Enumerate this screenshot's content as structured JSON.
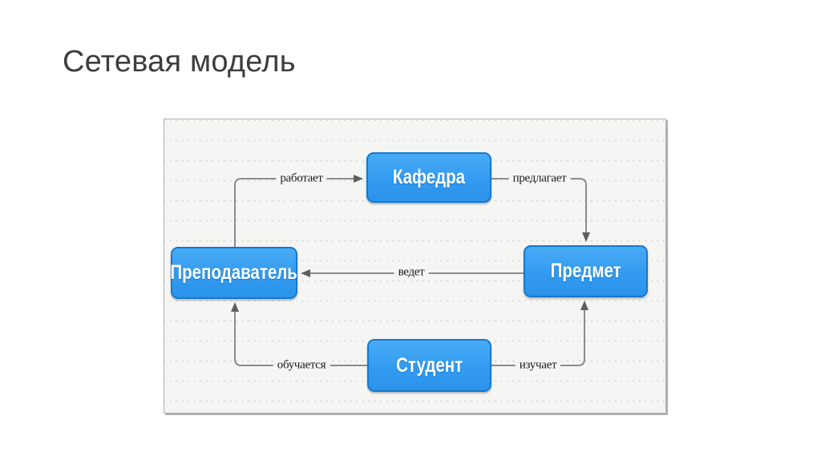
{
  "title": "Сетевая модель",
  "colors": {
    "node_fill": "#35a0f0",
    "node_border": "#1778cc",
    "node_text": "#ffffff",
    "line": "#8c8c8c",
    "arrowhead": "#5f5f5f",
    "panel_bg": "#f5f5f4",
    "title_text": "#3d3d3d"
  },
  "diagram": {
    "nodes": [
      {
        "id": "kafedra",
        "label": "Кафедра"
      },
      {
        "id": "prepodavatel",
        "label": "Преподаватель"
      },
      {
        "id": "predmet",
        "label": "Предмет"
      },
      {
        "id": "student",
        "label": "Студент"
      }
    ],
    "edges": [
      {
        "from": "prepodavatel",
        "to": "kafedra",
        "label": "работает"
      },
      {
        "from": "kafedra",
        "to": "predmet",
        "label": "предлагает"
      },
      {
        "from": "predmet",
        "to": "prepodavatel",
        "label": "ведет"
      },
      {
        "from": "student",
        "to": "prepodavatel",
        "label": "обучается"
      },
      {
        "from": "student",
        "to": "predmet",
        "label": "изучает"
      }
    ]
  }
}
